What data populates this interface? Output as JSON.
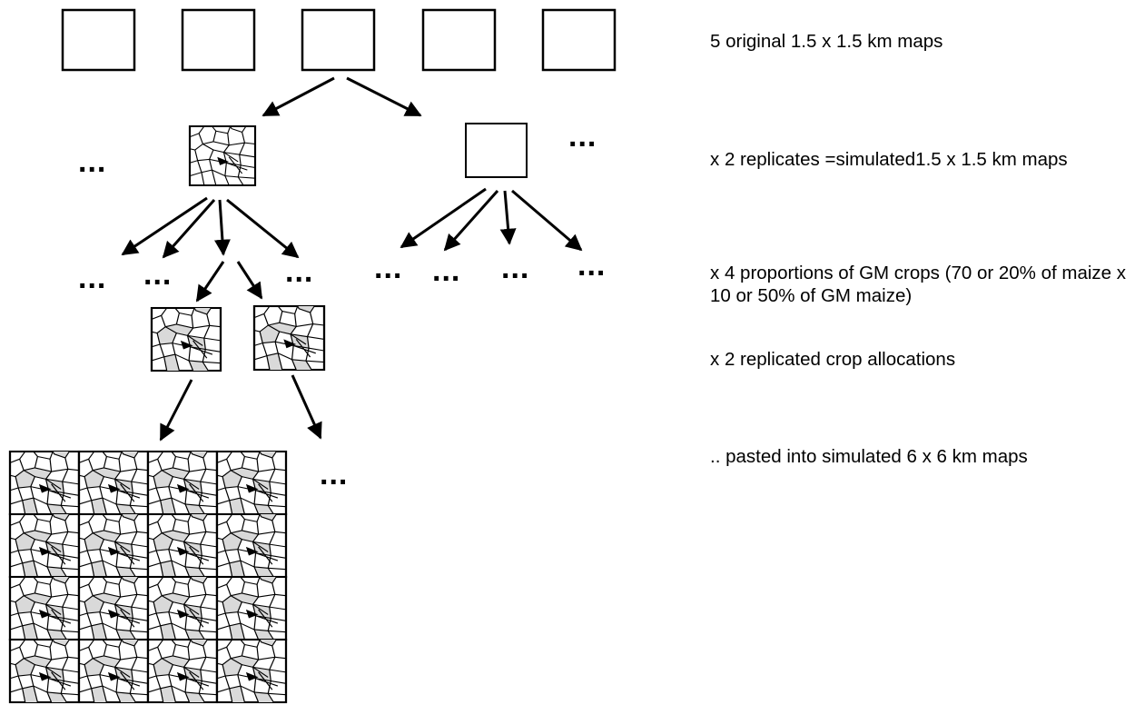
{
  "labels": {
    "step1": "5 original 1.5 x 1.5 km maps",
    "step2": "x 2 replicates =simulated1.5 x 1.5 km maps",
    "step3": "x 4 proportions of GM crops (70 or 20% of maize x 10 or 50% of GM maize)",
    "step4": "x 2 replicated crop allocations",
    "step5": ".. pasted into simulated 6 x 6 km maps"
  },
  "ellipsis": "...",
  "counts": {
    "original_maps": 5,
    "replicates": 2,
    "proportions": 4,
    "crop_allocations": 2,
    "grid_tiles_per_side": 4
  },
  "colors": {
    "stroke": "#000000",
    "crop_fill": "#d9d9d9",
    "background": "#ffffff"
  }
}
